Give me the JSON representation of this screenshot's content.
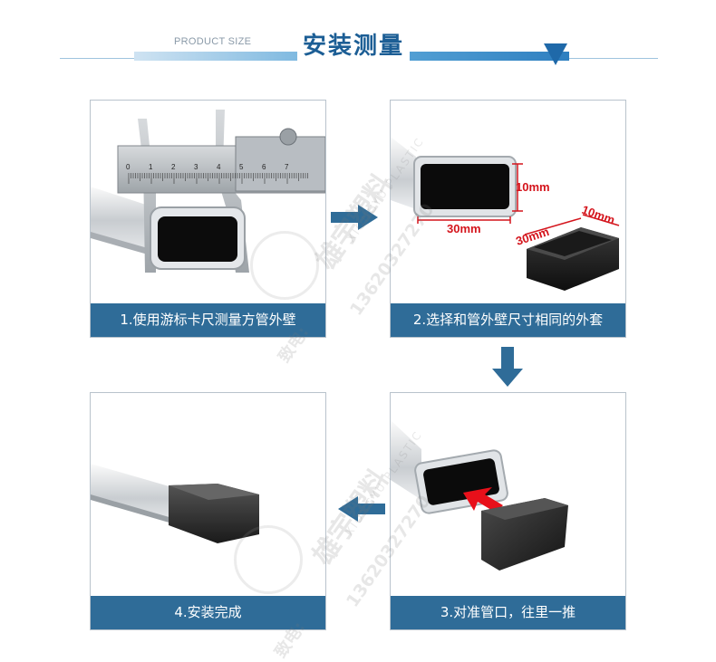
{
  "header": {
    "subtitle": "PRODUCT SIZE",
    "title": "安装测量"
  },
  "steps": [
    {
      "caption": "1.使用游标卡尺测量方管外壁"
    },
    {
      "caption": "2.选择和管外壁尺寸相同的外套",
      "dims": {
        "tube_height": "10mm",
        "tube_width": "30mm",
        "cap_width": "30mm",
        "cap_height": "10mm"
      }
    },
    {
      "caption": "3.对准管口，往里一推"
    },
    {
      "caption": "4.安装完成"
    }
  ],
  "caliper_scale": [
    "0",
    "1",
    "2",
    "3",
    "4",
    "5",
    "6",
    "7"
  ],
  "watermark": {
    "name": "雄宇塑料",
    "brand": "XIONGYU PLASTIC",
    "phone": "13620327270",
    "tel_label": "致电:"
  },
  "colors": {
    "caption_bg": "#2f6c98",
    "arrow": "#2f6c98",
    "title": "#1c5e95",
    "dim_red": "#d4141c"
  }
}
